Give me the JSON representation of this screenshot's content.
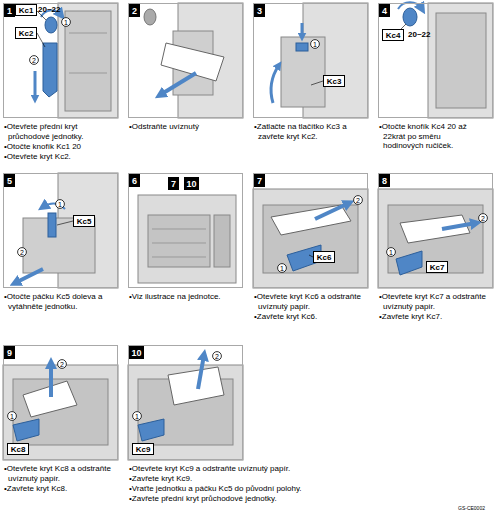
{
  "diagram": {
    "nodes": [
      {
        "text": [
          "•Otevřete přední kryt průchodové jednotky.",
          "•Otočte knofík Kc1 20",
          "•Otevřete kryt Kc2."
        ]
      },
      {
        "text": [
          "1"
        ],
        "in": 0
      },
      {
        "text": [
          "Kc1"
        ],
        "in": 0
      },
      {
        "text": [
          "1"
        ],
        "in": 0
      },
      {
        "text": [
          "Kc2"
        ],
        "in": 0
      },
      {
        "text": [
          "2"
        ],
        "in": 0
      },
      {
        "text": [
          "•Odstraňte uvíznutý"
        ]
      },
      {
        "text": [
          "2"
        ],
        "in": 6
      },
      {
        "text": [
          "•Zatlačte na tlačítko Kc3 a zavřete kryt Kc2."
        ]
      },
      {
        "text": [
          "3"
        ],
        "in": 8
      },
      {
        "text": [
          "1"
        ],
        "in": 8
      },
      {
        "text": [
          "Kc3"
        ],
        "in": 8
      },
      {
        "text": [
          "•Otočte knofík Kc4 20 až 22krát po směru hodinových ručiček."
        ]
      },
      {
        "text": [
          "4"
        ],
        "in": 12
      },
      {
        "text": [
          "Kc4"
        ],
        "in": 12
      },
      {
        "text": [
          "•Otočte páčku Kc5 doleva a vytáhněte jednotku."
        ]
      },
      {
        "text": [
          "5"
        ],
        "in": 15
      },
      {
        "text": [
          "Kc5"
        ],
        "in": 15
      },
      {
        "text": [
          "1"
        ],
        "in": 15
      },
      {
        "text": [
          "2"
        ],
        "in": 15
      },
      {
        "text": [
          "•Viz ilustrace na jednotce."
        ]
      },
      {
        "text": [
          "6"
        ],
        "in": 20
      },
      {
        "text": [
          "7"
        ],
        "in": 20
      },
      {
        "text": [
          "10"
        ],
        "in": 20
      },
      {
        "text": [
          "•Otevřete kryt Kc6 a odstraňte uvíznutý papír.",
          "•Zavřete kryt Kc6."
        ]
      },
      {
        "text": [
          "7"
        ],
        "in": 24
      },
      {
        "text": [
          "2"
        ],
        "in": 24
      },
      {
        "text": [
          "1"
        ],
        "in": 24
      },
      {
        "text": [
          "Kc6"
        ],
        "in": 24
      },
      {
        "text": [
          "•Otevřete kryt Kc7 a odstraňte uvíznutý papír.",
          "•Zavřete kryt Kc7."
        ]
      },
      {
        "text": [
          "8"
        ],
        "in": 29
      },
      {
        "text": [
          "2"
        ],
        "in": 29
      },
      {
        "text": [
          "1"
        ],
        "in": 29
      },
      {
        "text": [
          "Kc7"
        ],
        "in": 29
      },
      {
        "text": [
          "•Otevřete kryt Kc8 a odstraňte uvíznutý papír.",
          "•Zavřete kryt Kc8."
        ]
      },
      {
        "text": [
          "9"
        ],
        "in": 34
      },
      {
        "text": [
          "2"
        ],
        "in": 34
      },
      {
        "text": [
          "1"
        ],
        "in": 34
      },
      {
        "text": [
          "Kc8"
        ],
        "in": 34
      },
      {
        "text": [
          "•Otevřete kryt Kc9 a odstraňte uvíznutý papír.",
          "•Zavřete kryt Kc9.",
          "•Vraťte jednotku a páčku Kc5 do původní polohy.",
          "•Zavřete přední kryt průchodové jednotky."
        ]
      },
      {
        "text": [
          "10"
        ],
        "in": 39
      },
      {
        "text": [
          "2"
        ],
        "in": 39
      },
      {
        "text": [
          "1"
        ],
        "in": 39
      },
      {
        "text": [
          "Kc9"
        ],
        "in": 39
      }
    ],
    "labels": [
      "20~22",
      "20~22",
      "GS-CE0002"
    ]
  }
}
